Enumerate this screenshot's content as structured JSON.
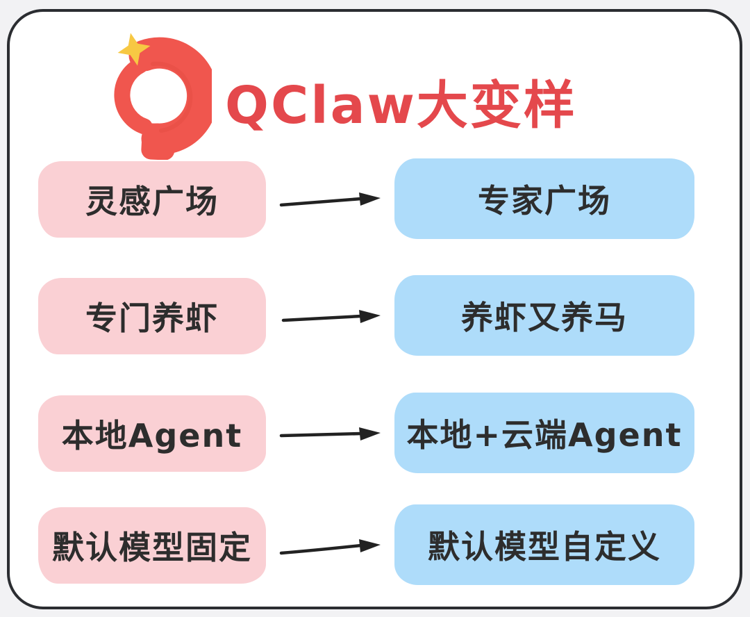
{
  "header": {
    "title": "QClaw大变样",
    "icon": "lobster-claw-with-sparkle-icon"
  },
  "rows": [
    {
      "from": "灵感广场",
      "to": "专家广场"
    },
    {
      "from": "专门养虾",
      "to": "养虾又养马"
    },
    {
      "from": "本地Agent",
      "to": "本地+云端Agent"
    },
    {
      "from": "默认模型固定",
      "to": "默认模型自定义"
    }
  ],
  "colors": {
    "title_red": "#e4484c",
    "pill_pink": "#fad0d4",
    "pill_blue": "#aedcfa",
    "text": "#2d2d2d",
    "frame_border": "#2b2d31",
    "page_background": "#f2f2f4",
    "claw_red": "#f0564e",
    "star_yellow": "#f7c843",
    "arrow_black": "#222222"
  }
}
